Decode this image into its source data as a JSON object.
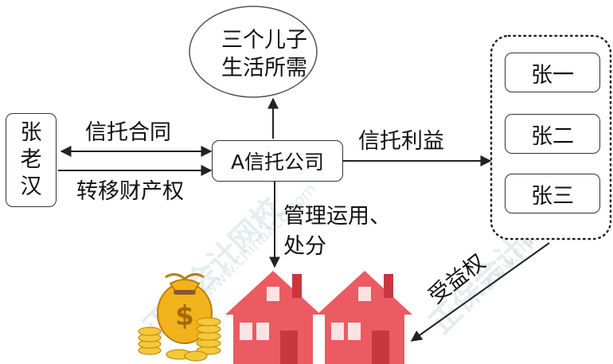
{
  "top_ellipse": {
    "line1": "三个儿子",
    "line2": "生活所需"
  },
  "left_person": {
    "line1": "张",
    "line2": "老",
    "line3": "汉"
  },
  "center_company": "A信托公司",
  "edge_trust_contract": "信托合同",
  "edge_transfer_property": "转移财产权",
  "edge_trust_benefit": "信托利益",
  "edge_manage": {
    "line1": "管理运用、",
    "line2": "处分"
  },
  "edge_beneficial_right": "受益权",
  "beneficiaries": [
    "张一",
    "张二",
    "张三"
  ],
  "watermark": {
    "main": "正保会计网校",
    "url": "www.chinaacc.com"
  },
  "colors": {
    "house": "#ec5a62",
    "house_dark": "#c8373f",
    "window": "#fbe3e4",
    "money": "#f2b21c",
    "arrow": "#222222"
  }
}
